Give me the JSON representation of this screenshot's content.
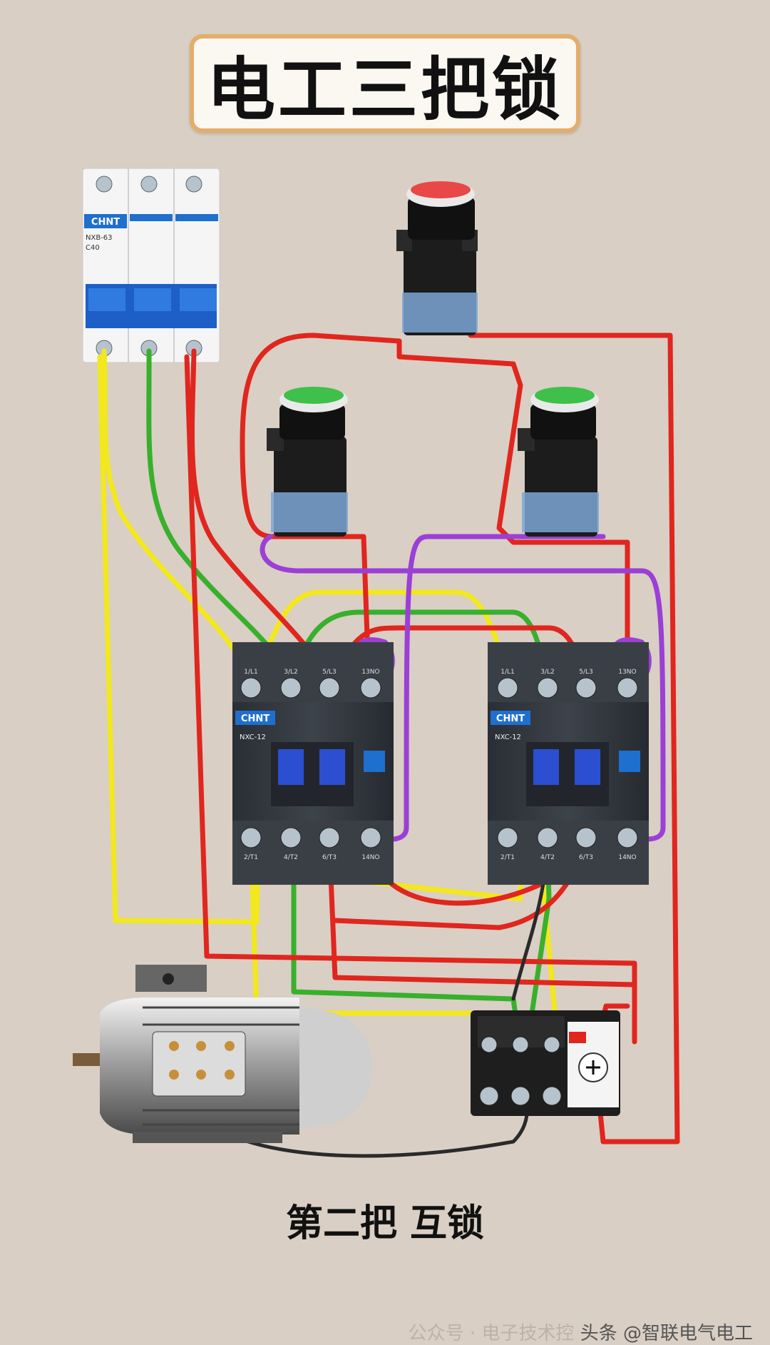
{
  "title": "电工三把锁",
  "caption": "第二把 互锁",
  "watermark": {
    "faint": "公众号 · 电子技术控",
    "main": "头条 @智联电气电工"
  },
  "breaker": {
    "brand": "CHNT",
    "model": "NXB-63",
    "rating": "C40"
  },
  "contactor_left": {
    "brand": "CHNT",
    "model": "NXC-12",
    "top_terminals": [
      "1/L1",
      "3/L2",
      "5/L3",
      "13NO"
    ],
    "bottom_terminals": [
      "2/T1",
      "4/T2",
      "6/T3",
      "14NO"
    ]
  },
  "contactor_right": {
    "brand": "CHNT",
    "model": "NXC-12",
    "top_terminals": [
      "1/L1",
      "3/L2",
      "5/L3",
      "13NO"
    ],
    "bottom_terminals": [
      "2/T1",
      "4/T2",
      "6/T3",
      "14NO"
    ]
  },
  "buttons": {
    "stop_color": "#e84848",
    "start_color": "#3ec04a"
  },
  "wire_colors": {
    "yellow": "#f2e81c",
    "green": "#38b02c",
    "red": "#e0261e",
    "purple": "#9b3fd6",
    "black": "#2a2a2a"
  }
}
